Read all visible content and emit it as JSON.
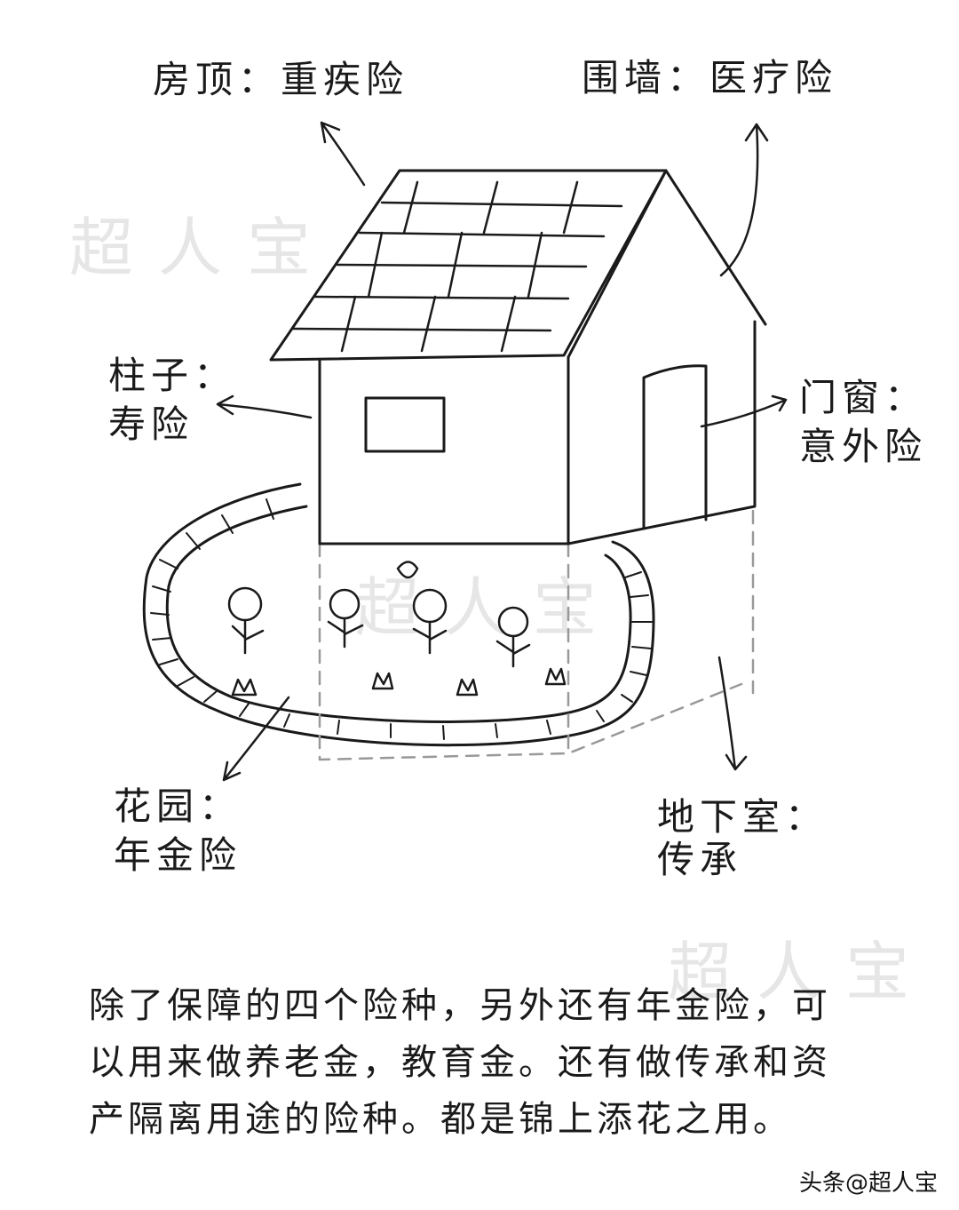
{
  "watermark": "超人宝",
  "labels": {
    "roof": "房顶：重疾险",
    "wall": "围墙：医疗险",
    "pillar_line1": "柱子：",
    "pillar_line2": "寿险",
    "door_line1": "门窗：",
    "door_line2": "意外险",
    "garden_line1": "花园：",
    "garden_line2": "年金险",
    "basement_line1": "地下室：",
    "basement_line2": "传承"
  },
  "caption": {
    "line1": "除了保障的四个险种，另外还有年金险，可",
    "line2": "以用来做养老金，教育金。还有做传承和资",
    "line3": "产隔离用途的险种。都是锦上添花之用。"
  },
  "footer": "头条@超人宝"
}
